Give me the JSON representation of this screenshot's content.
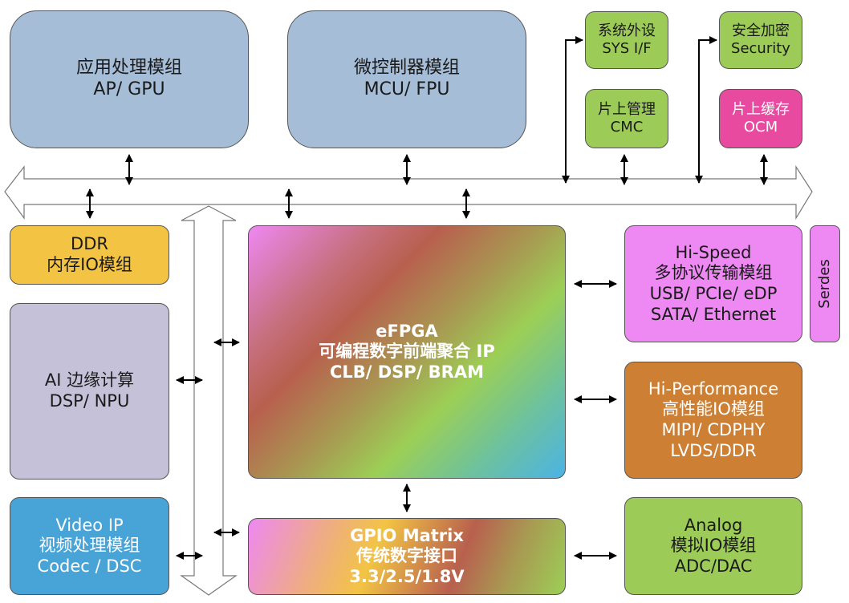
{
  "title": "SoC FPGA Architecture Block Diagram",
  "colors": {
    "processor_blue": "#a6bdd8",
    "peripheral_green": "#9dcb57",
    "ocm_magenta": "#e84aa0",
    "ddr_yellow": "#f3c444",
    "ai_lavender": "#c4c1d9",
    "video_blue": "#48a3d6",
    "hispeed_pink": "#ee88f2",
    "hiperf_orange": "#cd7f34",
    "line_gray": "#555555"
  },
  "blocks": {
    "ap": {
      "line1": "应用处理模组",
      "line2": "AP/ GPU"
    },
    "mcu": {
      "line1": "微控制器模组",
      "line2": "MCU/ FPU"
    },
    "sys": {
      "line1": "系统外设",
      "line2": "SYS I/F"
    },
    "cmc": {
      "line1": "片上管理",
      "line2": "CMC"
    },
    "sec": {
      "line1": "安全加密",
      "line2": "Security"
    },
    "ocm": {
      "line1": "片上缓存",
      "line2": "OCM"
    },
    "ddr": {
      "line1": "DDR",
      "line2": "内存IO模组"
    },
    "ai": {
      "line1": "AI 边缘计算",
      "line2": "DSP/ NPU"
    },
    "video": {
      "line1": "Video IP",
      "line2": "视频处理模组",
      "line3": "Codec / DSC"
    },
    "fpga": {
      "line1": "eFPGA",
      "line2": "可编程数字前端聚合 IP",
      "line3": "CLB/ DSP/ BRAM"
    },
    "gpio": {
      "line1": "GPIO Matrix",
      "line2": "传统数字接口",
      "line3": "3.3/2.5/1.8V"
    },
    "hispeed": {
      "line1": "Hi-Speed",
      "line2": "多协议传输模组",
      "line3": "USB/ PCIe/ eDP",
      "line4": "SATA/ Ethernet"
    },
    "serdes": {
      "label": "Serdes"
    },
    "hiperf": {
      "line1": "Hi-Performance",
      "line2": "高性能IO模组",
      "line3": "MIPI/ CDPHY",
      "line4": "LVDS/DDR"
    },
    "analog": {
      "line1": "Analog",
      "line2": "模拟IO模组",
      "line3": "ADC/DAC"
    }
  },
  "buses": {
    "horizontal": {
      "name": "system-bus",
      "direction": "bidirectional-horizontal"
    },
    "vertical": {
      "name": "peripheral-bus",
      "direction": "bidirectional-vertical"
    }
  }
}
